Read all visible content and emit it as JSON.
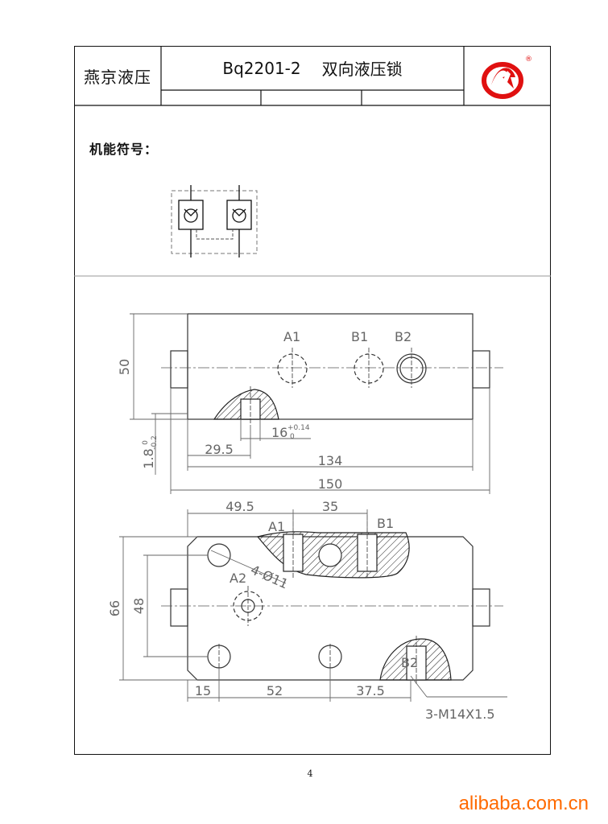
{
  "header": {
    "company": "燕京液压",
    "model": "Bq2201-2",
    "product_name": "双向液压锁",
    "registered_mark": "®"
  },
  "symbol_section": {
    "label": "机能符号："
  },
  "top_view": {
    "port_labels": [
      "A1",
      "B1",
      "B2"
    ],
    "dims": {
      "height": "50",
      "length_inner": "134",
      "length_total": "150",
      "offset": "29.5",
      "depth": "16",
      "depth_tol_upper": "+0.14",
      "depth_tol_lower": "0",
      "step": "1.8",
      "step_tol_upper": "0",
      "step_tol_lower": "-0.2"
    }
  },
  "bottom_view": {
    "port_labels": [
      "A1",
      "B1",
      "A2",
      "B2"
    ],
    "dims": {
      "a1_offset": "49.5",
      "a1_b1_spacing": "35",
      "height_total": "66",
      "hole_spacing": "48",
      "bottom_1": "15",
      "bottom_2": "52",
      "bottom_3": "37.5",
      "mount_holes": "4-Ø11",
      "thread_spec": "3-M14X1.5"
    }
  },
  "footer": {
    "page_number": "4",
    "watermark": "alibaba.com.cn"
  },
  "colors": {
    "logo_red": "#e01010",
    "watermark_orange": "#ff6a00",
    "dimension_gray": "#666666"
  }
}
